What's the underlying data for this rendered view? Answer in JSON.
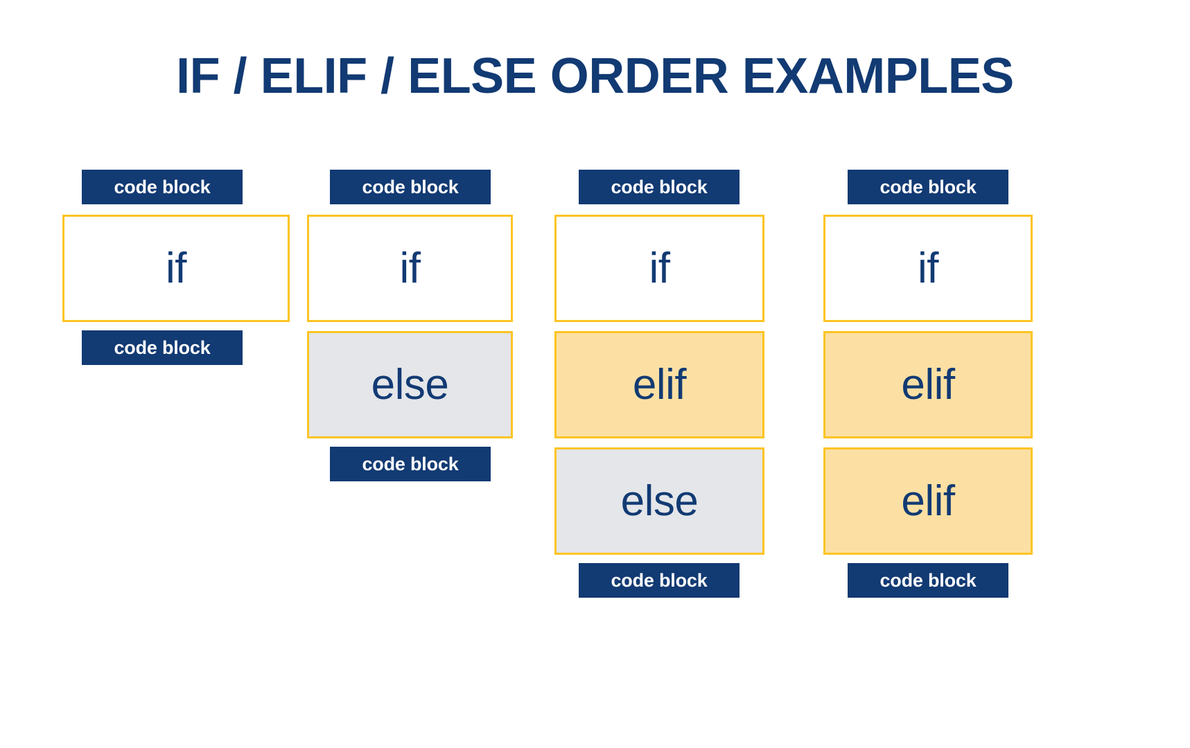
{
  "title": "IF / ELIF / ELSE ORDER EXAMPLES",
  "colors": {
    "navy": "#123A73",
    "gold_border": "#FDC423",
    "elif_fill": "#FCE0A3",
    "else_fill": "#E4E6E9",
    "if_fill": "#FFFFFF",
    "background": "#FFFFFF"
  },
  "labels": {
    "code_block": "code block"
  },
  "columns": [
    {
      "id": "example-1",
      "blocks": [
        {
          "kind": "chip",
          "text": "code block"
        },
        {
          "kind": "keyword",
          "text": "if",
          "fill": "if"
        },
        {
          "kind": "chip",
          "text": "code block"
        }
      ]
    },
    {
      "id": "example-2",
      "blocks": [
        {
          "kind": "chip",
          "text": "code block"
        },
        {
          "kind": "keyword",
          "text": "if",
          "fill": "if"
        },
        {
          "kind": "keyword",
          "text": "else",
          "fill": "else"
        },
        {
          "kind": "chip",
          "text": "code block"
        }
      ]
    },
    {
      "id": "example-3",
      "blocks": [
        {
          "kind": "chip",
          "text": "code block"
        },
        {
          "kind": "keyword",
          "text": "if",
          "fill": "if"
        },
        {
          "kind": "keyword",
          "text": "elif",
          "fill": "elif"
        },
        {
          "kind": "keyword",
          "text": "else",
          "fill": "else"
        },
        {
          "kind": "chip",
          "text": "code block"
        }
      ]
    },
    {
      "id": "example-4",
      "blocks": [
        {
          "kind": "chip",
          "text": "code block"
        },
        {
          "kind": "keyword",
          "text": "if",
          "fill": "if"
        },
        {
          "kind": "keyword",
          "text": "elif",
          "fill": "elif"
        },
        {
          "kind": "keyword",
          "text": "elif",
          "fill": "elif"
        },
        {
          "kind": "chip",
          "text": "code block"
        }
      ]
    }
  ]
}
